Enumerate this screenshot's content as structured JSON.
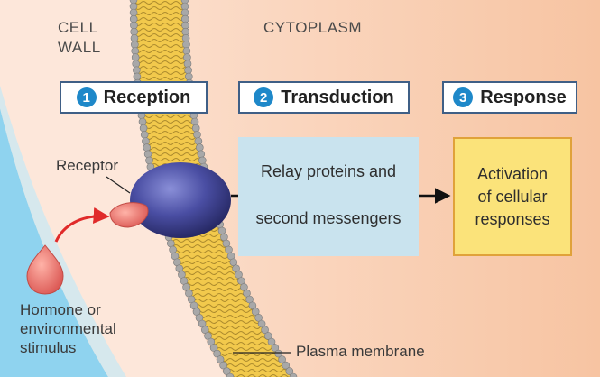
{
  "regions": {
    "cell_wall_line1": "CELL",
    "cell_wall_line2": "WALL",
    "cytoplasm": "CYTOPLASM"
  },
  "stages": [
    {
      "number": "1",
      "label": "Reception"
    },
    {
      "number": "2",
      "label": "Transduction"
    },
    {
      "number": "3",
      "label": "Response"
    }
  ],
  "labels": {
    "receptor": "Receptor",
    "relay_line1": "Relay proteins and",
    "relay_line2": "second messengers",
    "response_line1": "Activation",
    "response_line2": "of cellular",
    "response_line3": "responses",
    "stimulus_line1": "Hormone or",
    "stimulus_line2": "environmental",
    "stimulus_line3": "stimulus",
    "membrane": "Plasma membrane"
  },
  "colors": {
    "number_badge": "#1e88c9",
    "box_border": "#3f5f86",
    "receptor": "#3d3f8f",
    "signal": "#e8706a",
    "relay_box": "#c9e3ee",
    "response_box": "#fbe37a",
    "outside": "#8fd3ef"
  }
}
